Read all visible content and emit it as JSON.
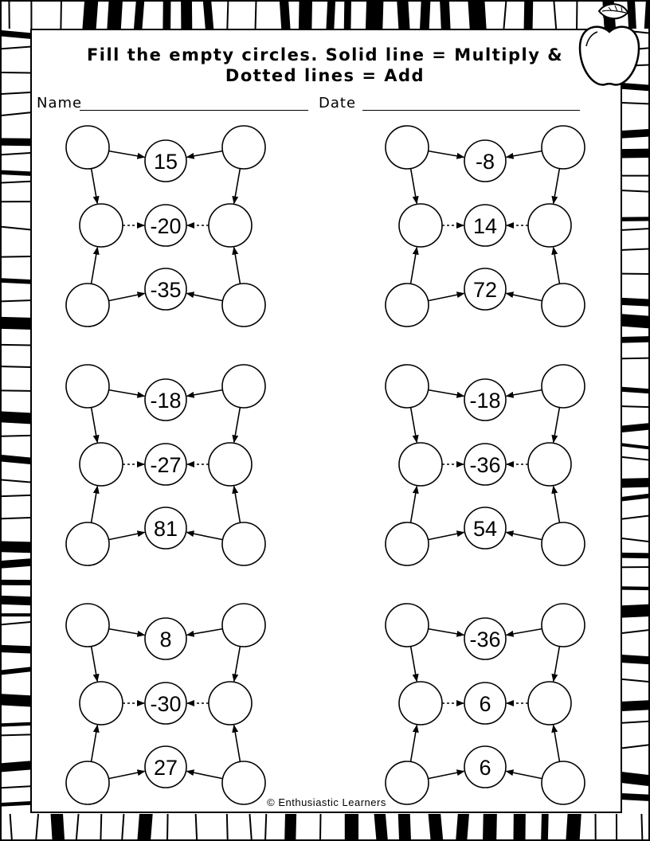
{
  "title_line1": "Fill the empty circles. Solid line = Multiply &",
  "title_line2": "Dotted lines = Add",
  "name_label": "Name",
  "date_label": "Date",
  "footer": "© Enthusiastic Learners",
  "puzzles": [
    {
      "top": "15",
      "middle": "-20",
      "bottom": "-35"
    },
    {
      "top": "-8",
      "middle": "14",
      "bottom": "72"
    },
    {
      "top": "-18",
      "middle": "-27",
      "bottom": "81"
    },
    {
      "top": "-18",
      "middle": "-36",
      "bottom": "54"
    },
    {
      "top": "8",
      "middle": "-30",
      "bottom": "27"
    },
    {
      "top": "-36",
      "middle": "6",
      "bottom": "6"
    }
  ]
}
